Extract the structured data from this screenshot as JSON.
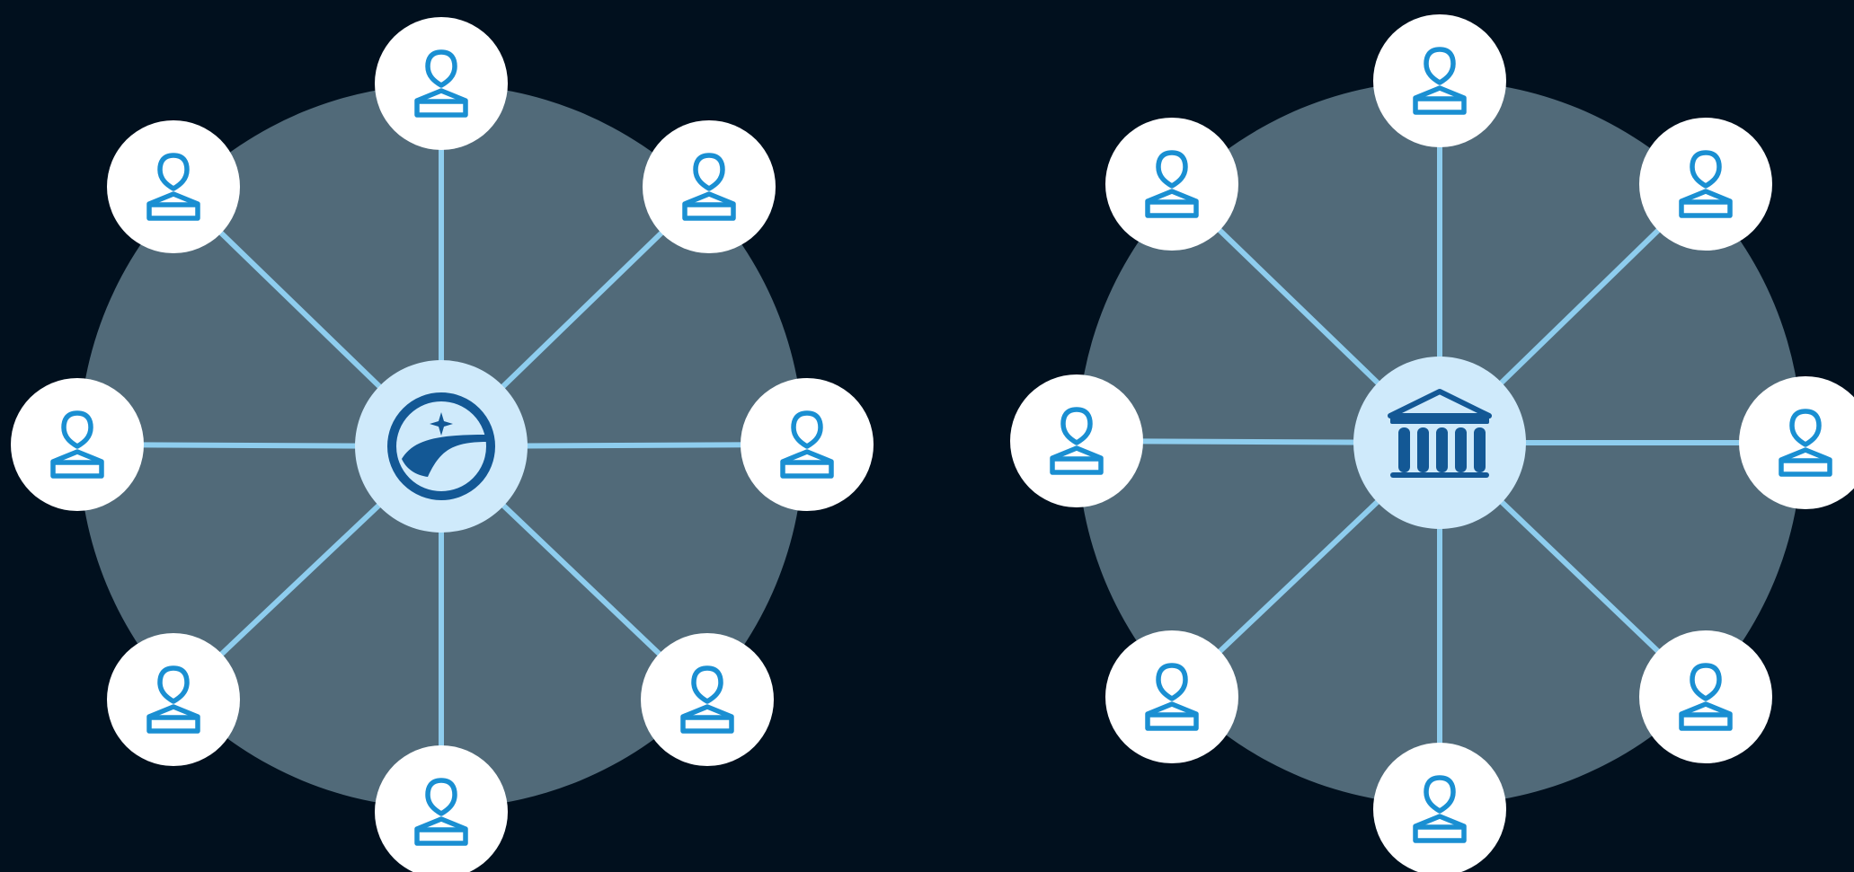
{
  "background_color": "#01101e",
  "colors": {
    "network_disc": "#516a79",
    "connector_line": "#8ecdee",
    "node_fill": "#ffffff",
    "person_icon_stroke": "#1a8fd2",
    "hub_fill": "#cfeafb",
    "hub_icon_color": "#135895"
  },
  "networks": [
    {
      "id": "decentralized-network",
      "hub_icon": "celestial-logo-icon",
      "node_icon": "person-icon",
      "node_count": 8
    },
    {
      "id": "institution-network",
      "hub_icon": "bank-building-icon",
      "node_icon": "person-icon",
      "node_count": 8
    }
  ]
}
